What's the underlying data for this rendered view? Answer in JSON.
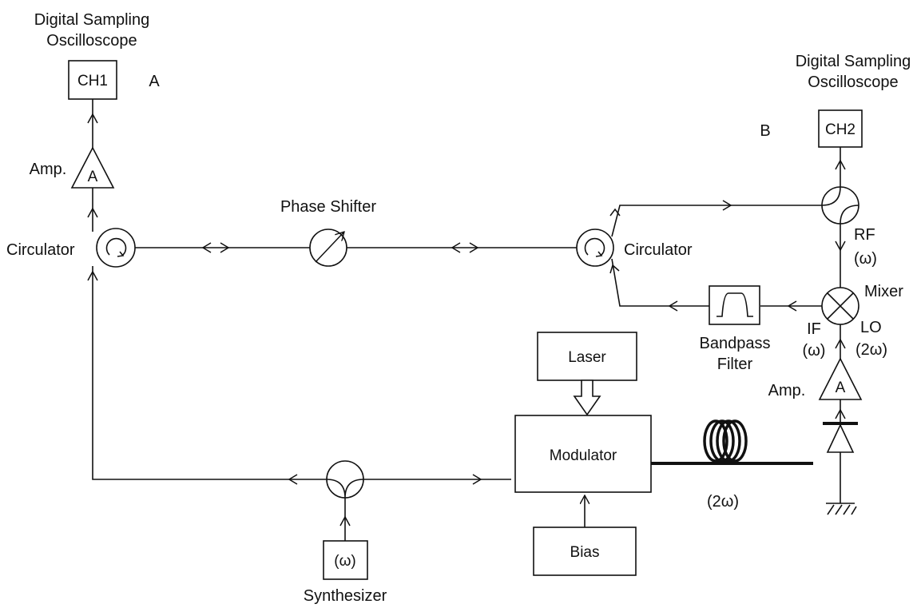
{
  "labels": {
    "dso_left_line1": "Digital Sampling",
    "dso_left_line2": "Oscilloscope",
    "ch1": "CH1",
    "point_a": "A",
    "amp_left": "Amp.",
    "amp_left_symbol": "A",
    "circulator_left": "Circulator",
    "phase_shifter": "Phase Shifter",
    "circulator_right": "Circulator",
    "dso_right_line1": "Digital Sampling",
    "dso_right_line2": "Oscilloscope",
    "ch2": "CH2",
    "point_b": "B",
    "rf_line1": "RF",
    "rf_line2": "(ω)",
    "mixer": "Mixer",
    "bandpass_line1": "Bandpass",
    "bandpass_line2": "Filter",
    "if_line1": "IF",
    "if_line2": "(ω)",
    "lo_line1": "LO",
    "lo_line2": "(2ω)",
    "amp_right": "Amp.",
    "amp_right_symbol": "A",
    "laser": "Laser",
    "modulator": "Modulator",
    "fiber_freq": "(2ω)",
    "bias": "Bias",
    "synth_freq": "(ω)",
    "synthesizer": "Synthesizer"
  }
}
